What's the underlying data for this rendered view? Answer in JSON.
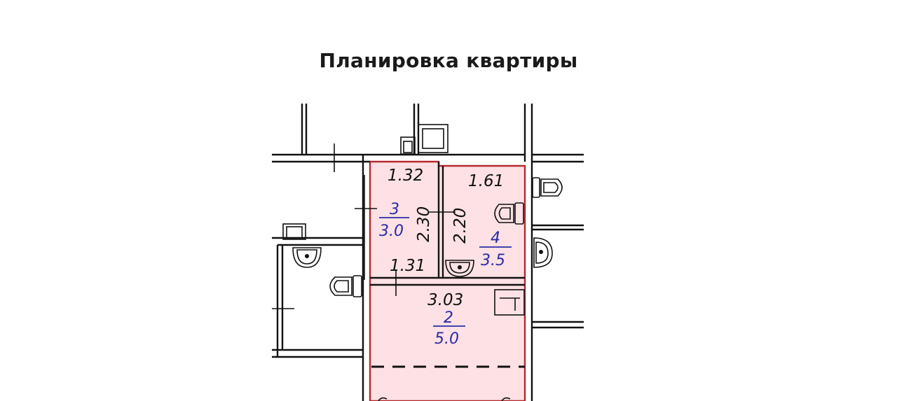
{
  "title": "Планировка квартиры",
  "colors": {
    "highlight_fill": "#fde1e4",
    "highlight_border": "#b52a2e",
    "room_label": "#2b2ba8",
    "line": "#111111"
  },
  "rooms": [
    {
      "number": "3",
      "area": "3.0",
      "width": "1.32",
      "length": "2.30",
      "bottom": "1.31"
    },
    {
      "number": "4",
      "area": "3.5",
      "width": "1.61",
      "length": "2.20"
    },
    {
      "number": "2",
      "area": "5.0",
      "width": "3.03"
    }
  ]
}
